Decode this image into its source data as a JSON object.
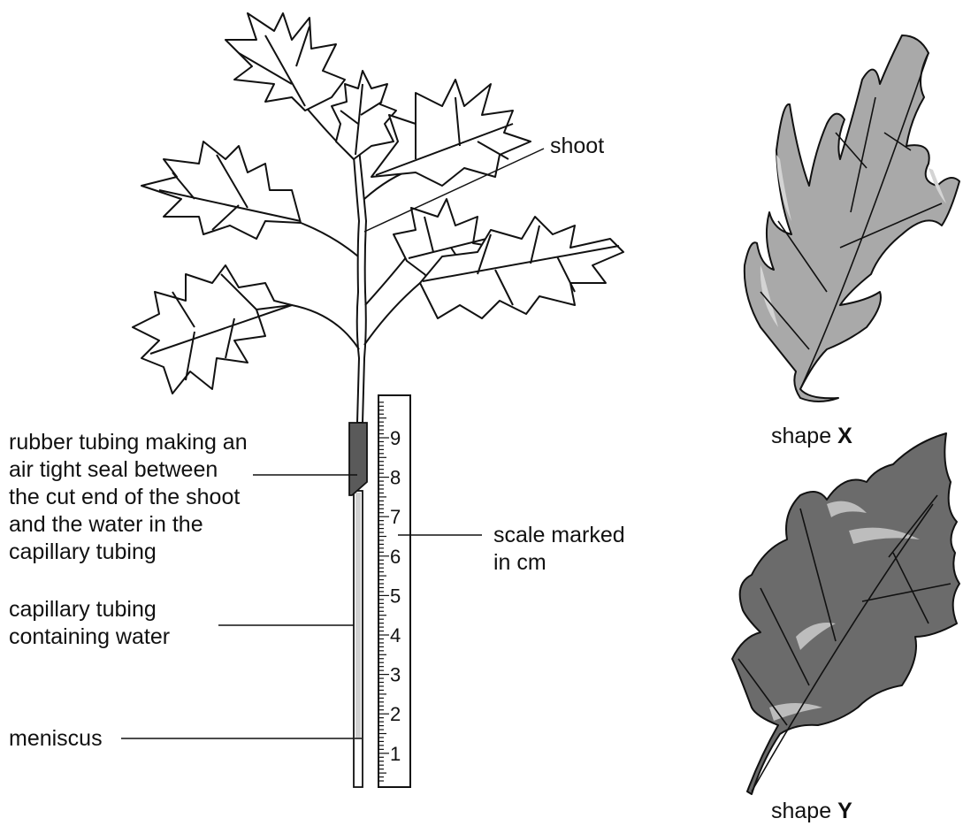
{
  "labels": {
    "shoot": "shoot",
    "rubber_tubing": [
      "rubber tubing making an",
      "air tight seal between",
      "the cut end of the shoot",
      "and the water in the",
      "capillary tubing"
    ],
    "scale": [
      "scale marked",
      "in cm"
    ],
    "capillary": [
      "capillary tubing",
      "containing water"
    ],
    "meniscus": "meniscus"
  },
  "scale_numbers": [
    "9",
    "8",
    "7",
    "6",
    "5",
    "4",
    "3",
    "2",
    "1"
  ],
  "shapes": {
    "x": {
      "prefix": "shape",
      "letter": "X"
    },
    "y": {
      "prefix": "shape",
      "letter": "Y"
    }
  },
  "colors": {
    "ink": "#111111",
    "leaf_x_fill": "#a9a9a9",
    "leaf_x_highlight": "#d4d4d4",
    "leaf_y_fill": "#6b6b6b",
    "leaf_y_highlight": "#bdbdbd",
    "rubber_tubing": "#5a5a5a"
  }
}
